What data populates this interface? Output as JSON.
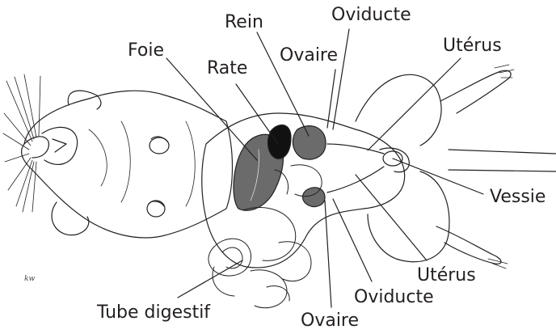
{
  "labels": {
    "rein": "Rein",
    "oviducte_top": "Oviducte",
    "foie": "Foie",
    "ovaire_top": "Ovaire",
    "uterus_top": "Utérus",
    "rate": "Rate",
    "vessie": "Vessie",
    "uterus_bottom": "Utérus",
    "oviducte_bottom": "Oviducte",
    "tube_digestif": "Tube digestif",
    "ovaire_bottom": "Ovaire"
  },
  "signature": "kw",
  "colors": {
    "ink": "#231f20",
    "organ_dark": "#6b6b6b",
    "black": "#111111",
    "background": "#ffffff"
  }
}
